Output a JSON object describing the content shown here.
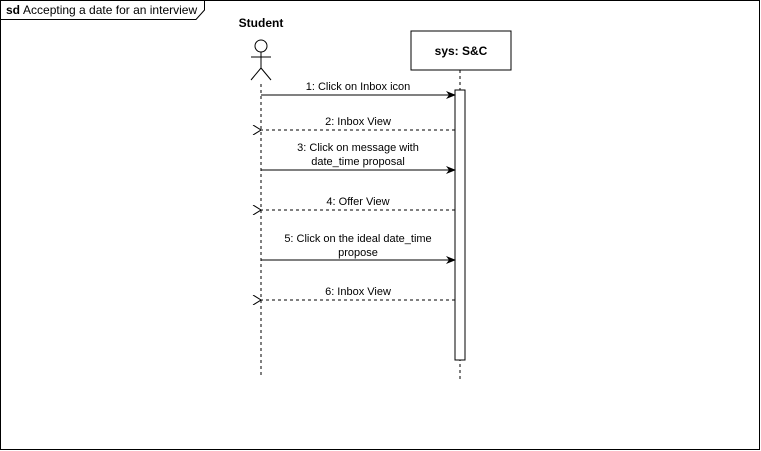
{
  "frame": {
    "keyword": "sd",
    "title": "Accepting a date for an interview"
  },
  "lifelines": {
    "student": {
      "label": "Student",
      "kind": "actor"
    },
    "system": {
      "label": "sys: S&C",
      "kind": "object"
    }
  },
  "messages": [
    {
      "number": "1",
      "lines": [
        "1: Click on Inbox icon"
      ],
      "direction": "student-to-system",
      "style": "sync"
    },
    {
      "number": "2",
      "lines": [
        "2: Inbox View"
      ],
      "direction": "system-to-student",
      "style": "reply"
    },
    {
      "number": "3",
      "lines": [
        "3: Click on message with",
        "date_time proposal"
      ],
      "direction": "student-to-system",
      "style": "sync"
    },
    {
      "number": "4",
      "lines": [
        "4: Offer View"
      ],
      "direction": "system-to-student",
      "style": "reply"
    },
    {
      "number": "5",
      "lines": [
        "5: Click on the ideal date_time",
        "propose"
      ],
      "direction": "student-to-system",
      "style": "sync"
    },
    {
      "number": "6",
      "lines": [
        "6: Inbox View"
      ],
      "direction": "system-to-student",
      "style": "reply"
    }
  ]
}
